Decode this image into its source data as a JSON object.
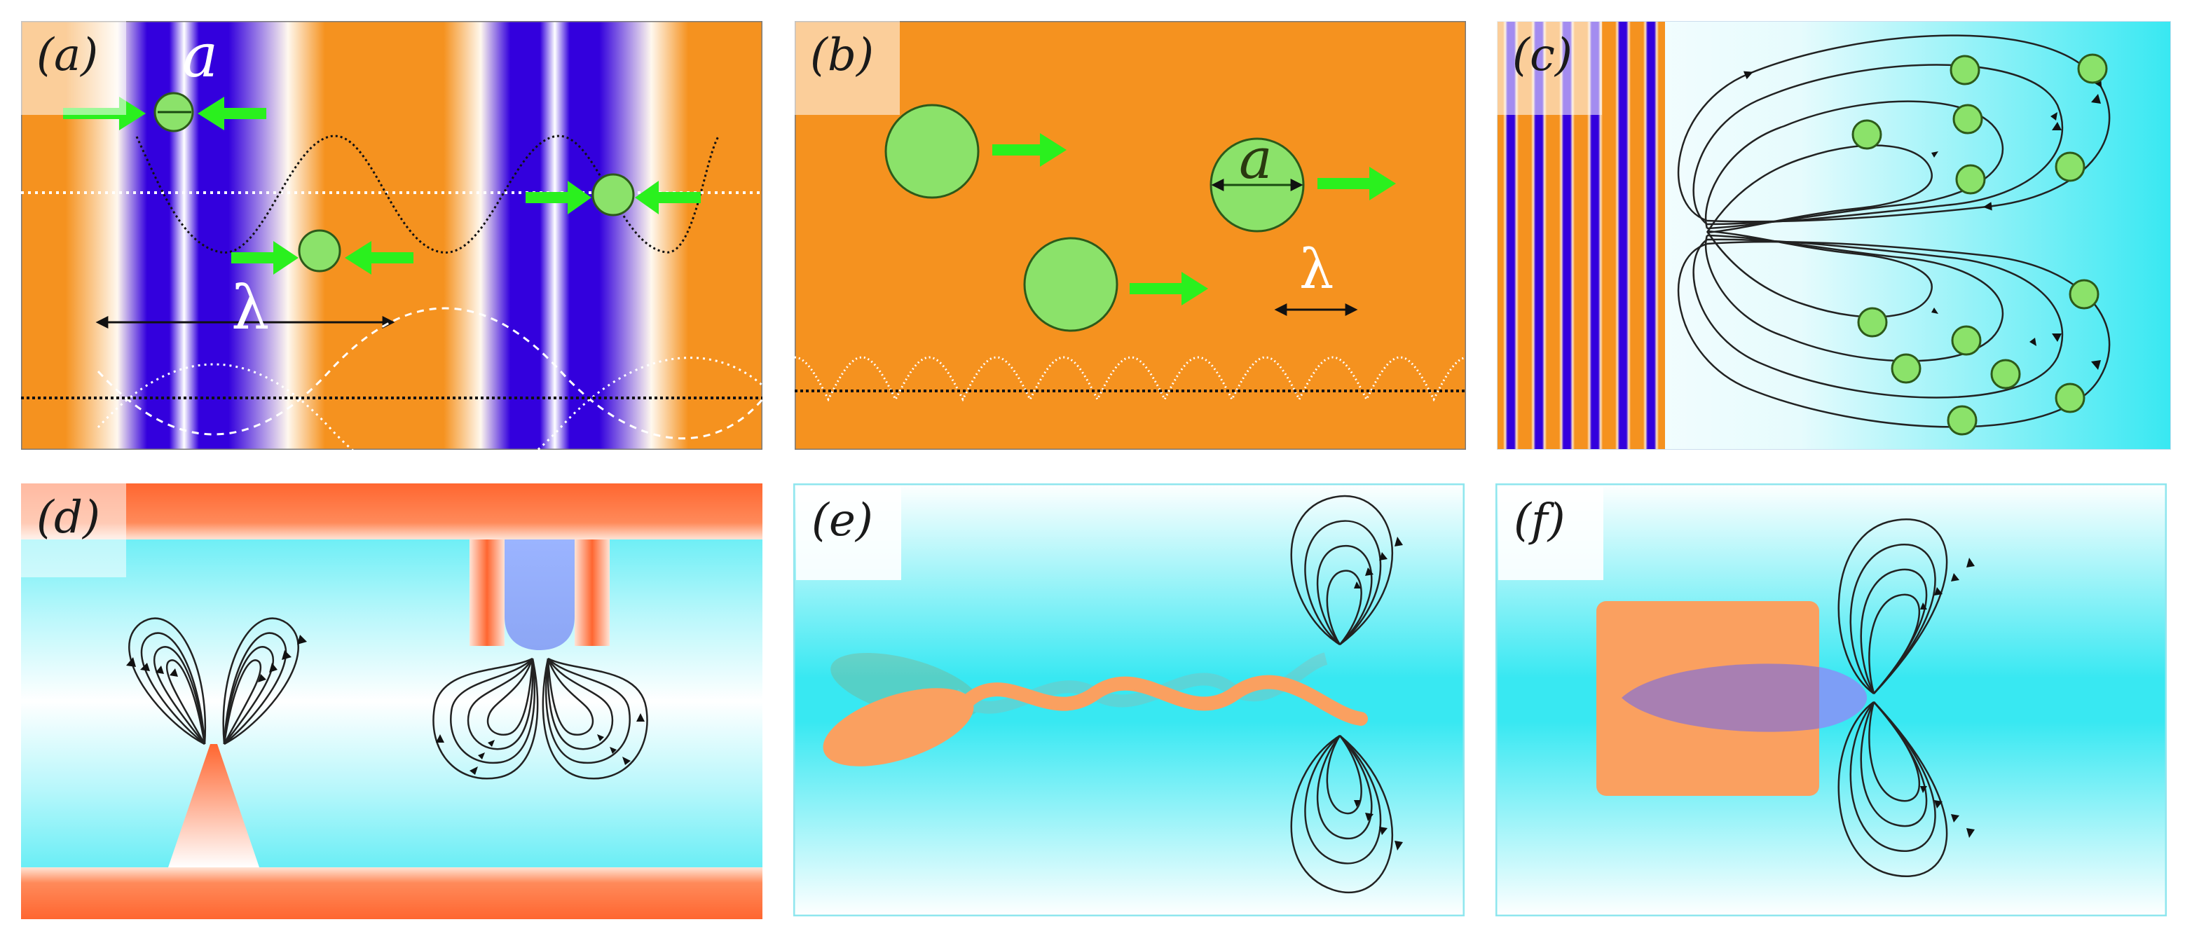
{
  "panels": [
    {
      "id": "a",
      "label": "(a)"
    },
    {
      "id": "b",
      "label": "(b)"
    },
    {
      "id": "c",
      "label": "(c)"
    },
    {
      "id": "d",
      "label": "(d)"
    },
    {
      "id": "e",
      "label": "(e)"
    },
    {
      "id": "f",
      "label": "(f)"
    }
  ],
  "symbols": {
    "a_diameter": "a",
    "a_wavelength": "λ",
    "b_diameter": "a",
    "b_wavelength": "λ"
  },
  "colors": {
    "orange": "#F5921F",
    "blue": "#3300DD",
    "cyan": "#38E8F2",
    "particle": "#8BE26A",
    "arrow": "#2AF01E",
    "wall": "#FF6630",
    "lavender": "#8CA6F5",
    "purple": "#A87FB2",
    "sandOrange": "#FAA060"
  }
}
